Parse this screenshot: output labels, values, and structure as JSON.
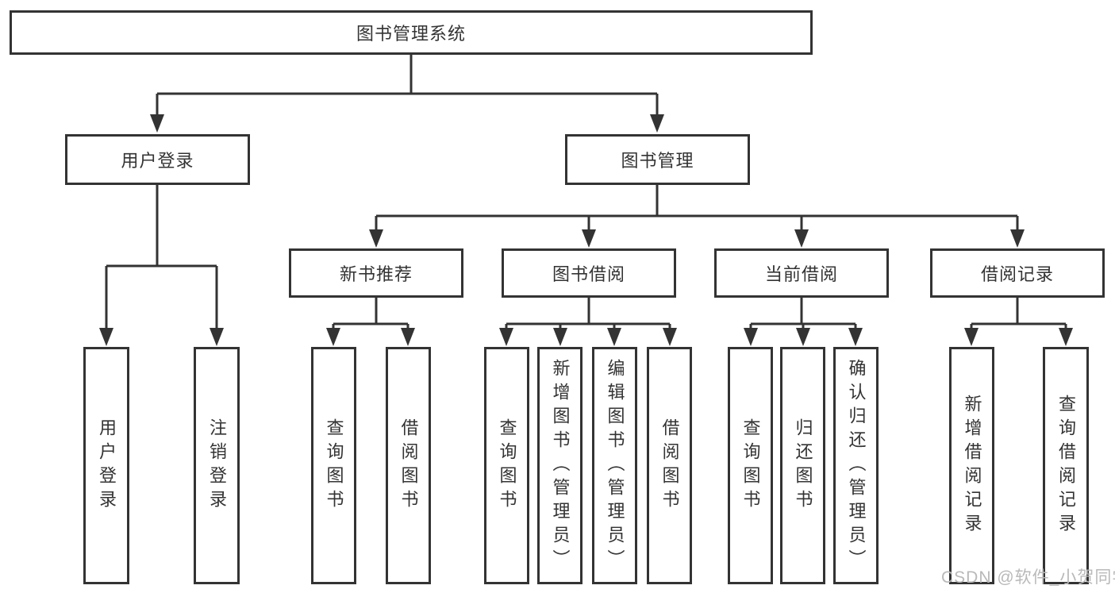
{
  "colors": {
    "line": "#333333",
    "text": "#333333",
    "box_fill": "#ffffff",
    "watermark": "#b9b9b9"
  },
  "tree": {
    "root": {
      "label": "图书管理系统",
      "children": [
        {
          "label": "用户登录",
          "children": [
            {
              "label": "用户登录"
            },
            {
              "label": "注销登录"
            }
          ]
        },
        {
          "label": "图书管理",
          "children": [
            {
              "label": "新书推荐",
              "children": [
                {
                  "label": "查询图书"
                },
                {
                  "label": "借阅图书"
                }
              ]
            },
            {
              "label": "图书借阅",
              "children": [
                {
                  "label": "查询图书"
                },
                {
                  "label": "新增图书（管理员）"
                },
                {
                  "label": "编辑图书（管理员）"
                },
                {
                  "label": "借阅图书"
                }
              ]
            },
            {
              "label": "当前借阅",
              "children": [
                {
                  "label": "查询图书"
                },
                {
                  "label": "归还图书"
                },
                {
                  "label": "确认归还（管理员）"
                }
              ]
            },
            {
              "label": "借阅记录",
              "children": [
                {
                  "label": "新增借阅记录"
                },
                {
                  "label": "查询借阅记录"
                }
              ]
            }
          ]
        }
      ]
    }
  },
  "watermark": {
    "text": "CSDN @软件_小贺同学"
  }
}
